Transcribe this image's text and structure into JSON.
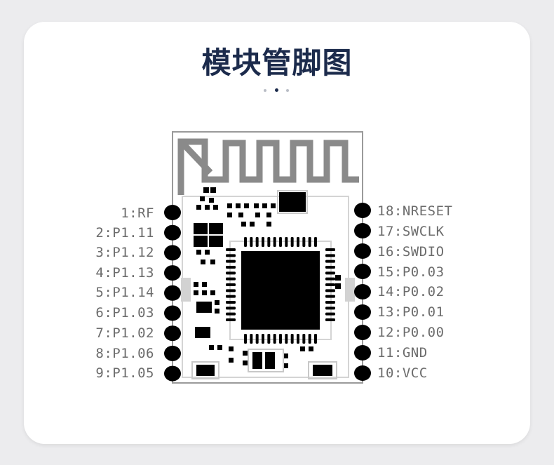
{
  "title": "模块管脚图",
  "pins_left": [
    "1:RF",
    "2:P1.11",
    "3:P1.12",
    "4:P1.13",
    "5:P1.14",
    "6:P1.03",
    "7:P1.02",
    "8:P1.06",
    "9:P1.05"
  ],
  "pins_right": [
    "18:NRESET",
    "17:SWCLK",
    "16:SWDIO",
    "15:P0.03",
    "14:P0.02",
    "13:P0.01",
    "12:P0.00",
    "11:GND",
    "10:VCC"
  ],
  "colors": {
    "title": "#1c2b4c",
    "label": "#6c6c6c",
    "ink": "#000000",
    "antenna": "#8a8a8a",
    "outline": "#c8c8c8"
  }
}
